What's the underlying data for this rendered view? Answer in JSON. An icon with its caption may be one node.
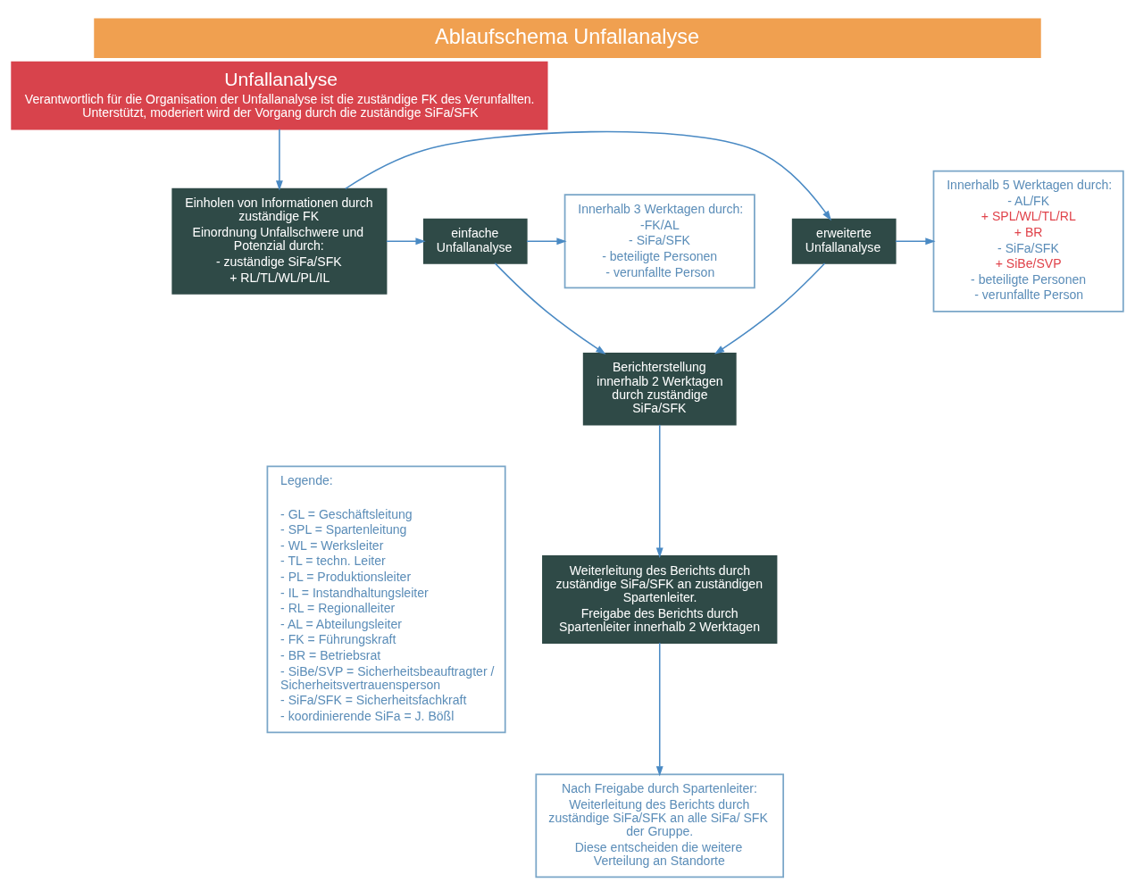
{
  "diagram": {
    "title": "Ablaufschema Unfallanalyse",
    "nodes": [
      {
        "text": [
          "Unfallanalyse",
          "Verantwortlich für die Organisation der Unfallanalyse ist die zuständige FK des Verunfallten. Unterstützt, moderiert wird der Vorgang durch die zuständige SiFa/SFK"
        ]
      },
      {
        "text": [
          "Einholen von Informationen durch zuständige FK",
          "Einordnung Unfallschwere und Potenzial durch:",
          "- zuständige SiFa/SFK",
          "+ RL/TL/WL/PL/IL"
        ]
      },
      {
        "text": [
          "einfache Unfallanalyse"
        ]
      },
      {
        "text": [
          "Innerhalb 3 Werktagen durch:",
          "-FK/AL",
          "- SiFa/SFK",
          "- beteiligte Personen",
          "- verunfallte Person"
        ]
      },
      {
        "text": [
          "erweiterte Unfallanalyse"
        ]
      },
      {
        "text": [
          "Innerhalb 5 Werktagen durch:",
          "- AL/FK",
          "+ SPL/WL/TL/RL",
          "+ BR",
          "- SiFa/SFK",
          "+ SiBe/SVP",
          "- beteiligte Personen",
          "- verunfallte Person"
        ]
      },
      {
        "text": [
          "Berichterstellung innerhalb 2 Werktagen durch zuständige SiFa/SFK"
        ]
      },
      {
        "text": [
          "Weiterleitung des Berichts durch zuständige SiFa/SFK an zuständigen Spartenleiter.",
          "Freigabe des Berichts durch Spartenleiter innerhalb 2 Werktagen"
        ]
      },
      {
        "text": [
          "Nach Freigabe durch Spartenleiter:",
          "Weiterleitung des Berichts durch zuständige SiFa/SFK an alle SiFa/ SFK der Gruppe.",
          "Diese entscheiden die weitere Verteilung an Standorte"
        ]
      },
      {
        "text": [
          "Legende:",
          "- GL = Geschäftsleitung",
          "- SPL = Spartenleitung",
          "- WL = Werksleiter",
          "- TL = techn. Leiter",
          "- PL = Produktionsleiter",
          "- IL = Instandhaltungsleiter",
          "- RL = Regionalleiter",
          "- AL = Abteilungsleiter",
          "- FK = Führungskraft",
          "- BR = Betriebsrat",
          "- SiBe/SVP = Sicherheitsbeauftragter / Sicherheitsvertrauensperson",
          "- SiFa/SFK = Sicherheitsfachkraft",
          "- koordinierende SiFa = J. Bößl"
        ]
      }
    ],
    "edges": [
      {
        "from": 0,
        "to": 1,
        "arrow": "to"
      },
      {
        "from": 1,
        "to": 2,
        "arrow": "to"
      },
      {
        "from": 2,
        "to": 3,
        "arrow": "to"
      },
      {
        "from": 1,
        "to": 4,
        "arrow": "to"
      },
      {
        "from": 4,
        "to": 5,
        "arrow": "to"
      },
      {
        "from": 2,
        "to": 6,
        "arrow": "to"
      },
      {
        "from": 4,
        "to": 6,
        "arrow": "to"
      },
      {
        "from": 6,
        "to": 7,
        "arrow": "to"
      },
      {
        "from": 7,
        "to": 8,
        "arrow": "to"
      }
    ]
  }
}
